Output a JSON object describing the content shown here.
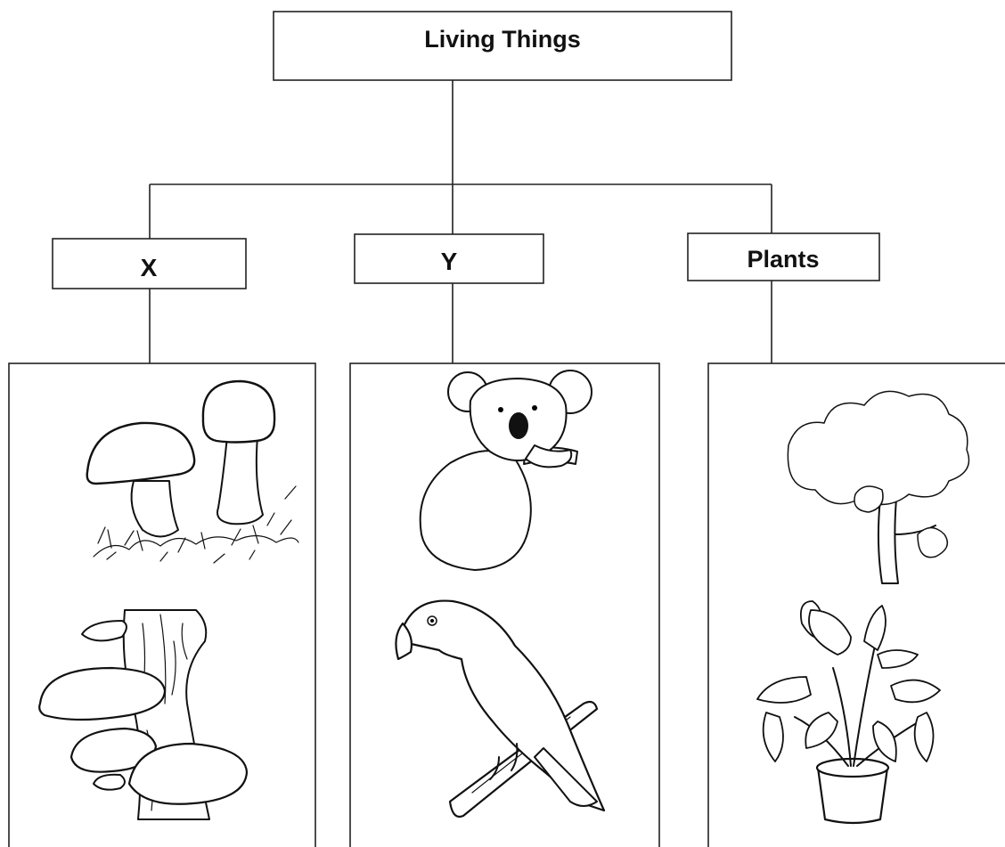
{
  "root": {
    "label": "Living Things"
  },
  "groups": [
    {
      "label": "X",
      "illustrations": [
        "mushroom",
        "bracket-fungus"
      ]
    },
    {
      "label": "Y",
      "illustrations": [
        "koala",
        "parrot"
      ]
    },
    {
      "label": "Plants",
      "illustrations": [
        "tree",
        "potted-plant"
      ]
    }
  ]
}
